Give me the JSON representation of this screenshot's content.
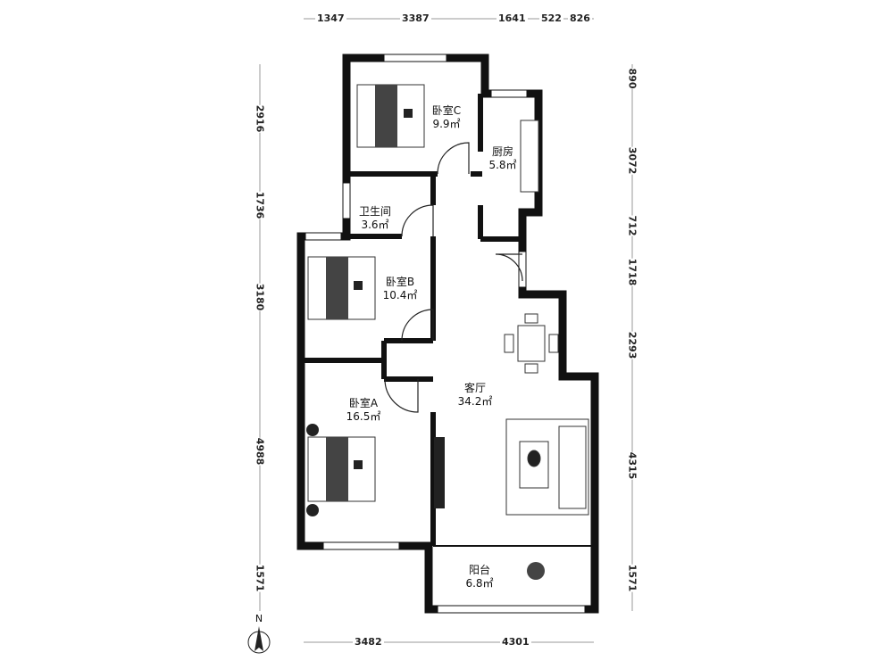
{
  "rooms": [
    {
      "name": "卧室C",
      "area": "9.9㎡"
    },
    {
      "name": "厨房",
      "area": "5.8㎡"
    },
    {
      "name": "卫生间",
      "area": "3.6㎡"
    },
    {
      "name": "卧室B",
      "area": "10.4㎡"
    },
    {
      "name": "卧室A",
      "area": "16.5㎡"
    },
    {
      "name": "客厅",
      "area": "34.2㎡"
    },
    {
      "name": "阳台",
      "area": "6.8㎡"
    }
  ],
  "dimensions": {
    "top": [
      "1347",
      "3387",
      "1641",
      "522",
      "826"
    ],
    "left": [
      "2916",
      "1736",
      "3180",
      "4988",
      "1571"
    ],
    "right": [
      "890",
      "3072",
      "712",
      "1718",
      "2293",
      "4315",
      "1571"
    ],
    "bottom": [
      "3482",
      "4301"
    ]
  },
  "compass": "N"
}
